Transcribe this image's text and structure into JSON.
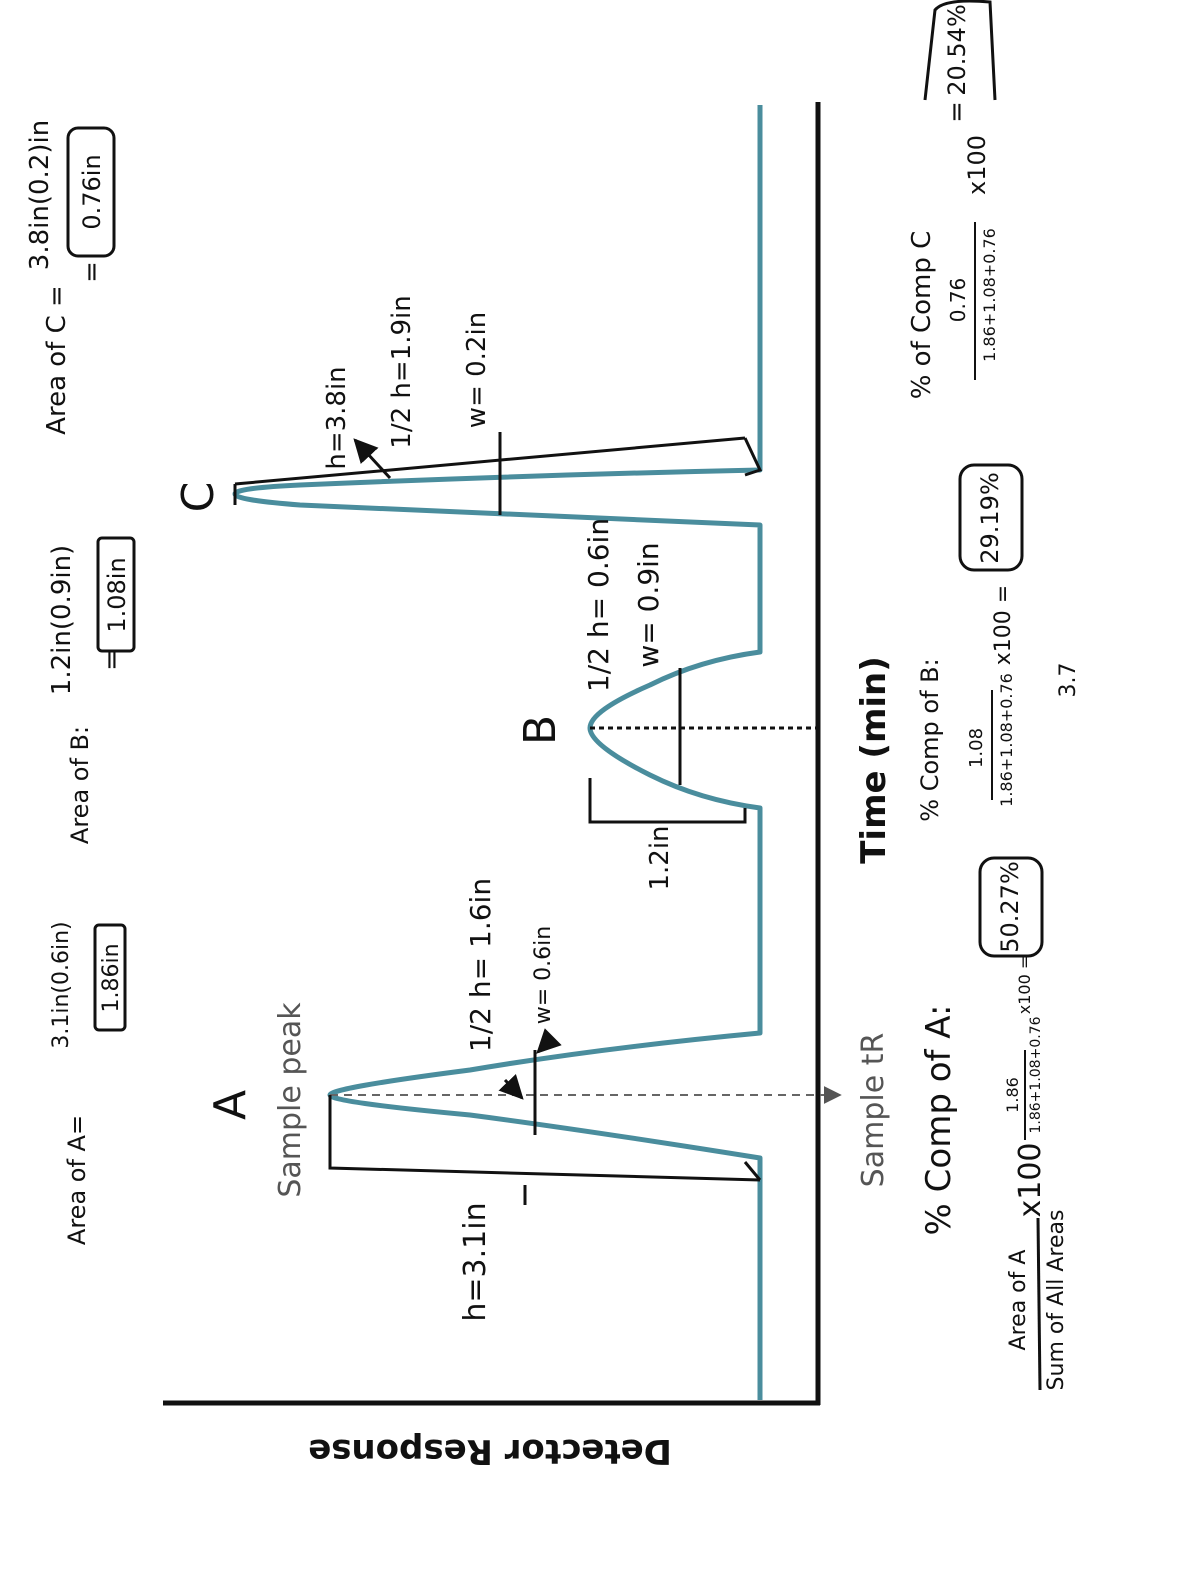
{
  "axes": {
    "x_label": "Time (min)",
    "y_label": "Detector Response"
  },
  "colors": {
    "trace": "#4a8d9d",
    "axis": "#111111",
    "ink": "#111111",
    "label_gray": "#555555"
  },
  "peaks": {
    "A": {
      "letter": "A",
      "height_label": "h=3.1in",
      "half_height_label": "1/2 h= 1.6in",
      "width_label": "w= 0.6in"
    },
    "B": {
      "letter": "B",
      "height_label": "1.2in",
      "half_height_label": "1/2 h= 0.6in",
      "width_label": "w= 0.9in"
    },
    "C": {
      "letter": "C",
      "height_label": "h=3.8in",
      "half_height_label": "1/2 h=1.9in",
      "width_label": "w= 0.2in"
    }
  },
  "annotations": {
    "sample_peak": "Sample peak",
    "sample_tr": "Sample tR"
  },
  "area_calcs": {
    "a": {
      "label": "Area of A=",
      "expr": "3.1in(0.6in)",
      "result": "1.86in"
    },
    "b": {
      "label": "Area of B:",
      "expr": "1.2in(0.9in)",
      "eq": "=",
      "result": "1.08in"
    },
    "c": {
      "label": "Area of C =",
      "expr": "3.8in(0.2)in",
      "eq": "=",
      "result": "0.76in"
    }
  },
  "percent_calcs": {
    "general": {
      "title": "% Comp of A:",
      "numerator": "Area of A",
      "denominator": "Sum of All Areas",
      "mult": "x100"
    },
    "a": {
      "numerator": "1.86",
      "denominator": "1.86+1.08+0.76",
      "mult": "x100 =",
      "result": "50.27%"
    },
    "b": {
      "title": "% Comp of B:",
      "numerator": "1.08",
      "denominator": "1.86+1.08+0.76",
      "mult": "x100 =",
      "result": "29.19%"
    },
    "c": {
      "title": "% of Comp C",
      "numerator": "0.76",
      "denominator": "1.86+1.08+0.76",
      "mult": "x100",
      "eq": "=",
      "result": "20.54%"
    }
  },
  "page_number": "3.7"
}
